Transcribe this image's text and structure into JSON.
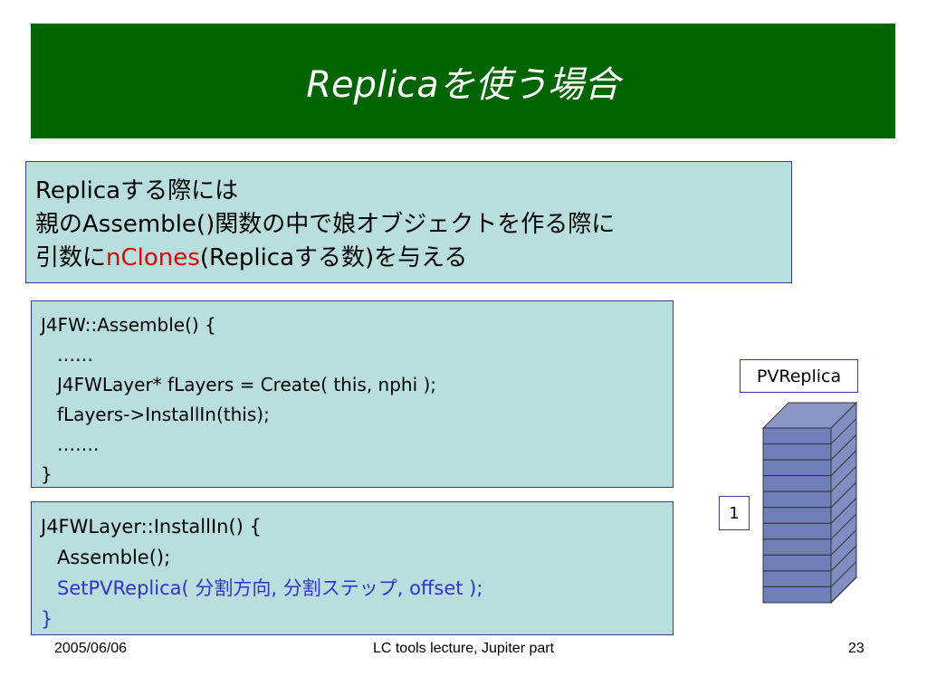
{
  "slide": {
    "title": "Replicaを使う場合",
    "intro": {
      "line1": "Replicaする際には",
      "line2": "親のAssemble()関数の中で娘オブジェクトを作る際に",
      "line3_pre": "引数に",
      "line3_red": "nClones",
      "line3_post": "(Replicaする数)を与える"
    },
    "code_block1": [
      "J4FW::Assemble() {",
      "……",
      "J4FWLayer* fLayers = Create( this, nphi );",
      "fLayers->InstallIn(this);",
      "…….",
      "}"
    ],
    "code_block2": {
      "line1": "J4FWLayer::InstallIn() {",
      "line2": "Assemble();",
      "line3": "SetPVReplica( 分割方向, 分割ステップ, offset );",
      "line4": "}"
    },
    "diagram": {
      "pv_label": "PVReplica",
      "count_label": "1",
      "segments": 11
    },
    "footer": {
      "date": "2005/06/06",
      "center": "LC tools lecture, Jupiter part",
      "page": "23"
    },
    "colors": {
      "title_bg": "#006400",
      "box_bg": "#b8dede",
      "highlight_red": "#e00000",
      "code_blue": "#3333cc",
      "stack_face": "#6f7fb8"
    }
  }
}
